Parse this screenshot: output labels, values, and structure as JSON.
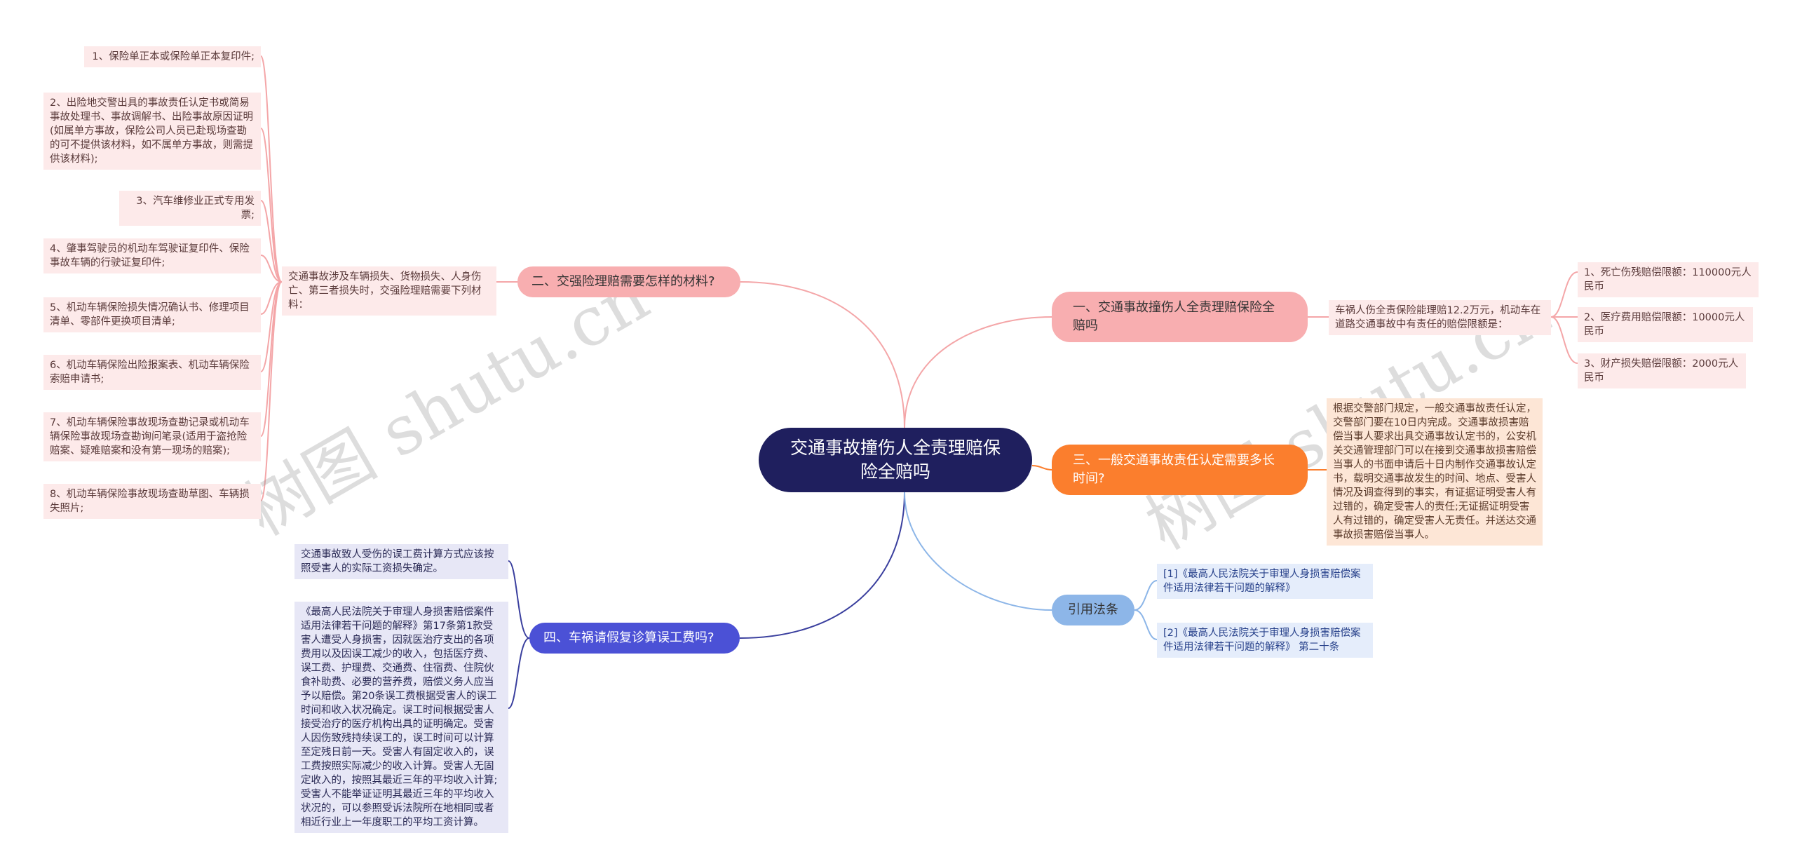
{
  "root": {
    "title": "交通事故撞伤人全责理赔保险全赔吗"
  },
  "branches": {
    "b1": {
      "title": "一、交通事故撞伤人全责理赔保险全赔吗",
      "desc": "车祸人伤全责保险能理赔12.2万元，机动车在道路交通事故中有责任的赔偿限额是：",
      "items": [
        "1、死亡伤残赔偿限额：110000元人民币",
        "2、医疗费用赔偿限额：10000元人民币",
        "3、财产损失赔偿限额：2000元人民币"
      ]
    },
    "b2": {
      "title": "二、交强险理赔需要怎样的材料?",
      "desc": "交通事故涉及车辆损失、货物损失、人身伤亡、第三者损失时，交强险理赔需要下列材料：",
      "items": [
        "1、保险单正本或保险单正本复印件;",
        "2、出险地交警出具的事故责任认定书或简易事故处理书、事故调解书、出险事故原因证明(如属单方事故，保险公司人员已赴现场查勘的可不提供该材料，如不属单方事故，则需提供该材料);",
        "3、汽车维修业正式专用发票;",
        "4、肇事驾驶员的机动车驾驶证复印件、保险事故车辆的行驶证复印件;",
        "5、机动车辆保险损失情况确认书、修理项目清单、零部件更换项目清单;",
        "6、机动车辆保险出险报案表、机动车辆保险索赔申请书;",
        "7、机动车辆保险事故现场查勘记录或机动车辆保险事故现场查勘询问笔录(适用于盗抢险赔案、疑难赔案和没有第一现场的赔案);",
        "8、机动车辆保险事故现场查勘草图、车辆损失照片;"
      ]
    },
    "b3": {
      "title": "三、一般交通事故责任认定需要多长时间?",
      "desc": "根据交警部门规定，一般交通事故责任认定，交警部门要在10日内完成。交通事故损害赔偿当事人要求出具交通事故认定书的，公安机关交通管理部门可以在接到交通事故损害赔偿当事人的书面申请后十日内制作交通事故认定书，载明交通事故发生的时间、地点、受害人情况及调查得到的事实，有证据证明受害人有过错的，确定受害人的责任;无证据证明受害人有过错的，确定受害人无责任。并送达交通事故损害赔偿当事人。"
    },
    "b4": {
      "title": "四、车祸请假复诊算误工费吗?",
      "items": [
        "交通事故致人受伤的误工费计算方式应该按照受害人的实际工资损失确定。",
        "《最高人民法院关于审理人身损害赔偿案件适用法律若干问题的解释》第17条第1款受害人遭受人身损害，因就医治疗支出的各项费用以及因误工减少的收入，包括医疗费、误工费、护理费、交通费、住宿费、住院伙食补助费、必要的营养费，赔偿义务人应当予以赔偿。第20条误工费根据受害人的误工时间和收入状况确定。误工时间根据受害人接受治疗的医疗机构出具的证明确定。受害人因伤致残持续误工的，误工时间可以计算至定残日前一天。受害人有固定收入的，误工费按照实际减少的收入计算。受害人无固定收入的，按照其最近三年的平均收入计算;受害人不能举证证明其最近三年的平均收入状况的，可以参照受诉法院所在地相同或者相近行业上一年度职工的平均工资计算。"
      ]
    },
    "b5": {
      "title": "引用法条",
      "items": [
        "[1]《最高人民法院关于审理人身损害赔偿案件适用法律若干问题的解释》",
        "[2]《最高人民法院关于审理人身损害赔偿案件适用法律若干问题的解释》 第二十条"
      ]
    }
  },
  "watermark": [
    "树图 shutu.cn",
    "树图 shutu.cn"
  ],
  "colors": {
    "root": "#1f1f5e",
    "pink_branch": "#f8aeb0",
    "orange_branch": "#fb7e2d",
    "indigo_branch": "#4b51d6",
    "blue_branch": "#8db6e8"
  }
}
